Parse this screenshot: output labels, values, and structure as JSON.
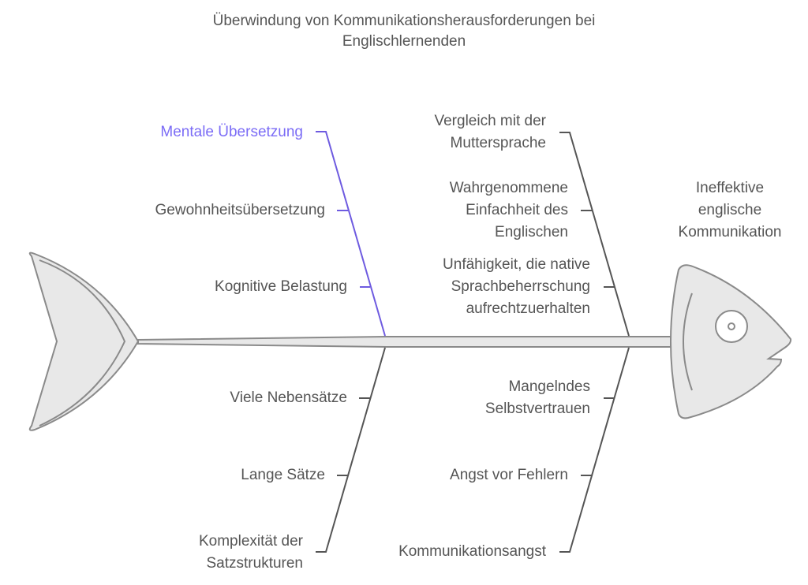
{
  "title": "Überwindung von Kommunikationsherausforderungen bei\nEnglischlernenden",
  "effect": "Ineffektive\nenglische\nKommunikation",
  "colors": {
    "highlight": "#7b6cf6",
    "line": "#555555",
    "fish_fill": "#e8e8e8",
    "fish_stroke": "#8a8a8a"
  },
  "categories": {
    "upper_left": [
      "Mentale Übersetzung",
      "Gewohnheitsübersetzung",
      "Kognitive Belastung"
    ],
    "upper_right": [
      "Vergleich mit der\nMuttersprache",
      "Wahrgenommene\nEinfachheit des\nEnglischen",
      "Unfähigkeit, die native\nSprachbeherrschung\naufrechtzuerhalten"
    ],
    "lower_left": [
      "Viele Nebensätze",
      "Lange Sätze",
      "Komplexität der\nSatzstrukturen"
    ],
    "lower_right": [
      "Mangelndes\nSelbstvertrauen",
      "Angst vor Fehlern",
      "Kommunikationsangst"
    ]
  }
}
